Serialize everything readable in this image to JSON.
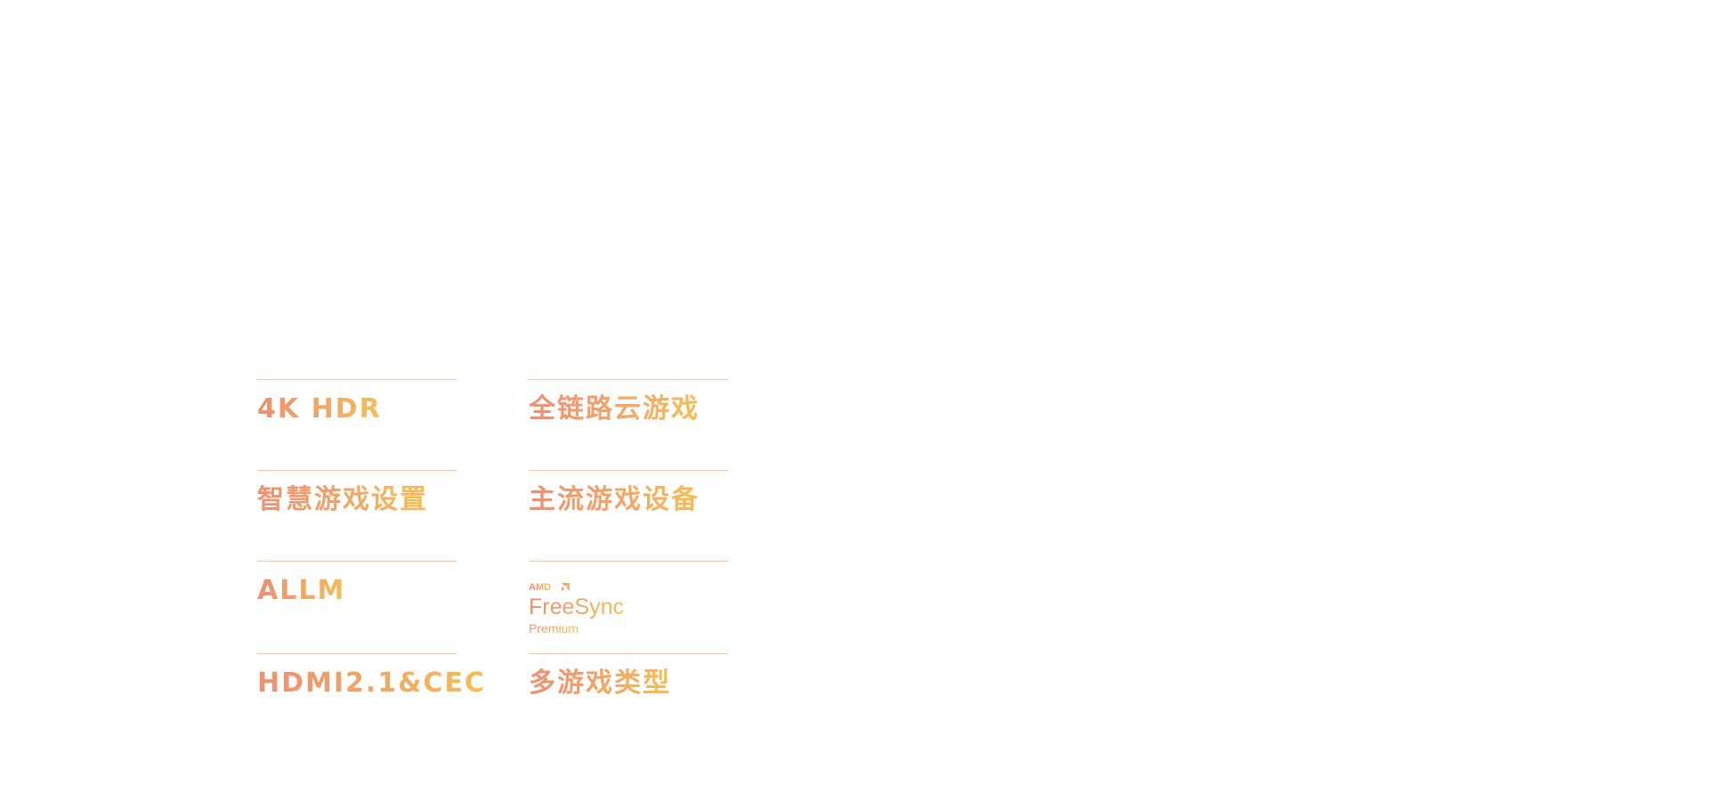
{
  "features": {
    "left": [
      {
        "label": "4K HDR"
      },
      {
        "label": "智慧游戏设置"
      },
      {
        "label": "ALLM"
      },
      {
        "label": "HDMI2.1&CEC"
      }
    ],
    "right": [
      {
        "label": "全链路云游戏"
      },
      {
        "label": "主流游戏设备"
      },
      {
        "logo": {
          "brand": "AMD",
          "name": "FreeSync",
          "tier": "Premium",
          "icon": "amd-freesync-premium-logo"
        }
      },
      {
        "label": "多游戏类型"
      }
    ]
  },
  "colors": {
    "gradient_start": "#ee8f72",
    "gradient_end": "#f5be55",
    "divider": "#f4c79a",
    "background": "#ffffff"
  }
}
